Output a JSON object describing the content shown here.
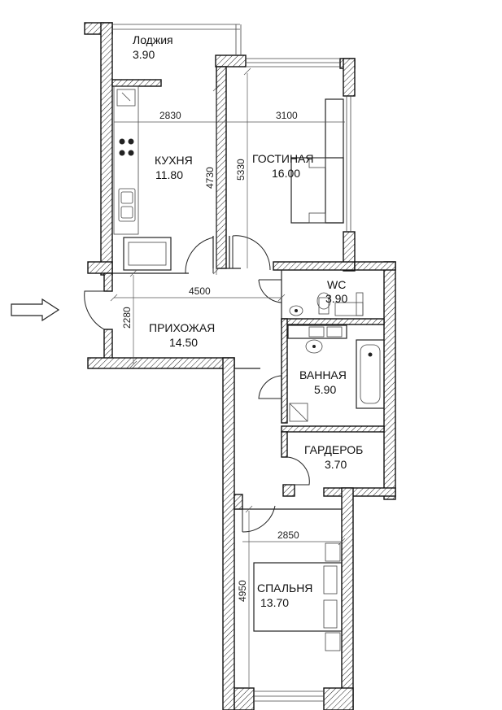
{
  "rooms": [
    {
      "name": "Лоджия",
      "area": "3.90"
    },
    {
      "name": "КУХНЯ",
      "area": "11.80"
    },
    {
      "name": "ГОСТИНАЯ",
      "area": "16.00"
    },
    {
      "name": "WC",
      "area": "3.90"
    },
    {
      "name": "ПРИХОЖАЯ",
      "area": "14.50"
    },
    {
      "name": "ВАННАЯ",
      "area": "5.90"
    },
    {
      "name": "ГАРДЕРОБ",
      "area": "3.70"
    },
    {
      "name": "СПАЛЬНЯ",
      "area": "13.70"
    }
  ],
  "dimensions": {
    "kitchen_width": "2830",
    "living_width": "3100",
    "kitchen_depth": "4730",
    "living_depth": "5330",
    "hall_width": "4500",
    "hall_depth": "2280",
    "bedroom_width": "2850",
    "bedroom_depth": "4950"
  },
  "icons": {
    "entrance": "entrance-arrow-icon"
  }
}
